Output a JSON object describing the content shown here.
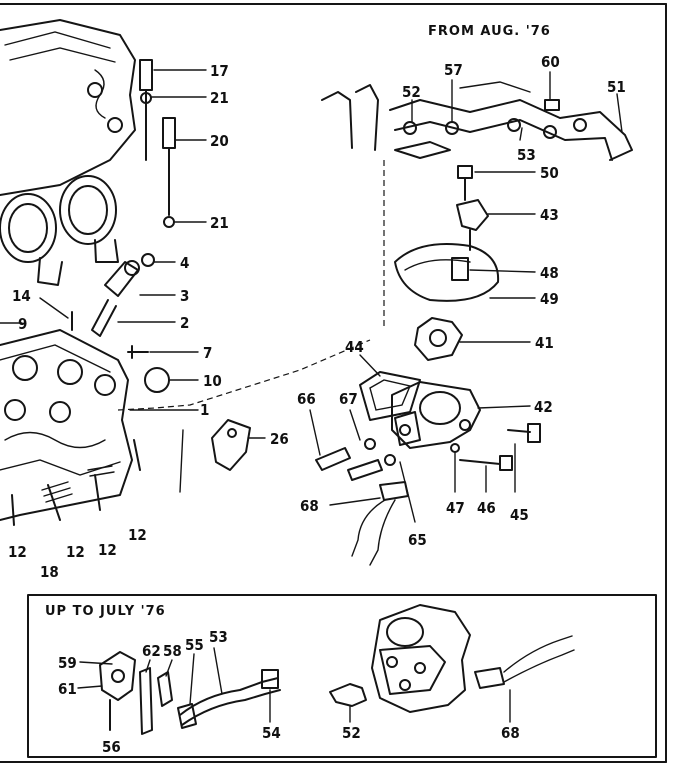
{
  "headings": {
    "from_aug": "FROM AUG. '76",
    "up_to_july": "UP TO JULY '76"
  },
  "callouts": [
    "17",
    "21",
    "20",
    "21",
    "4",
    "3",
    "2",
    "14",
    "9",
    "7",
    "10",
    "1",
    "26",
    "12",
    "12",
    "12",
    "12",
    "18",
    "52",
    "57",
    "60",
    "51",
    "53",
    "50",
    "43",
    "48",
    "49",
    "41",
    "44",
    "42",
    "66",
    "67",
    "47",
    "46",
    "45",
    "68",
    "65",
    "59",
    "62",
    "58",
    "55",
    "53",
    "61",
    "56",
    "54",
    "52",
    "68"
  ]
}
